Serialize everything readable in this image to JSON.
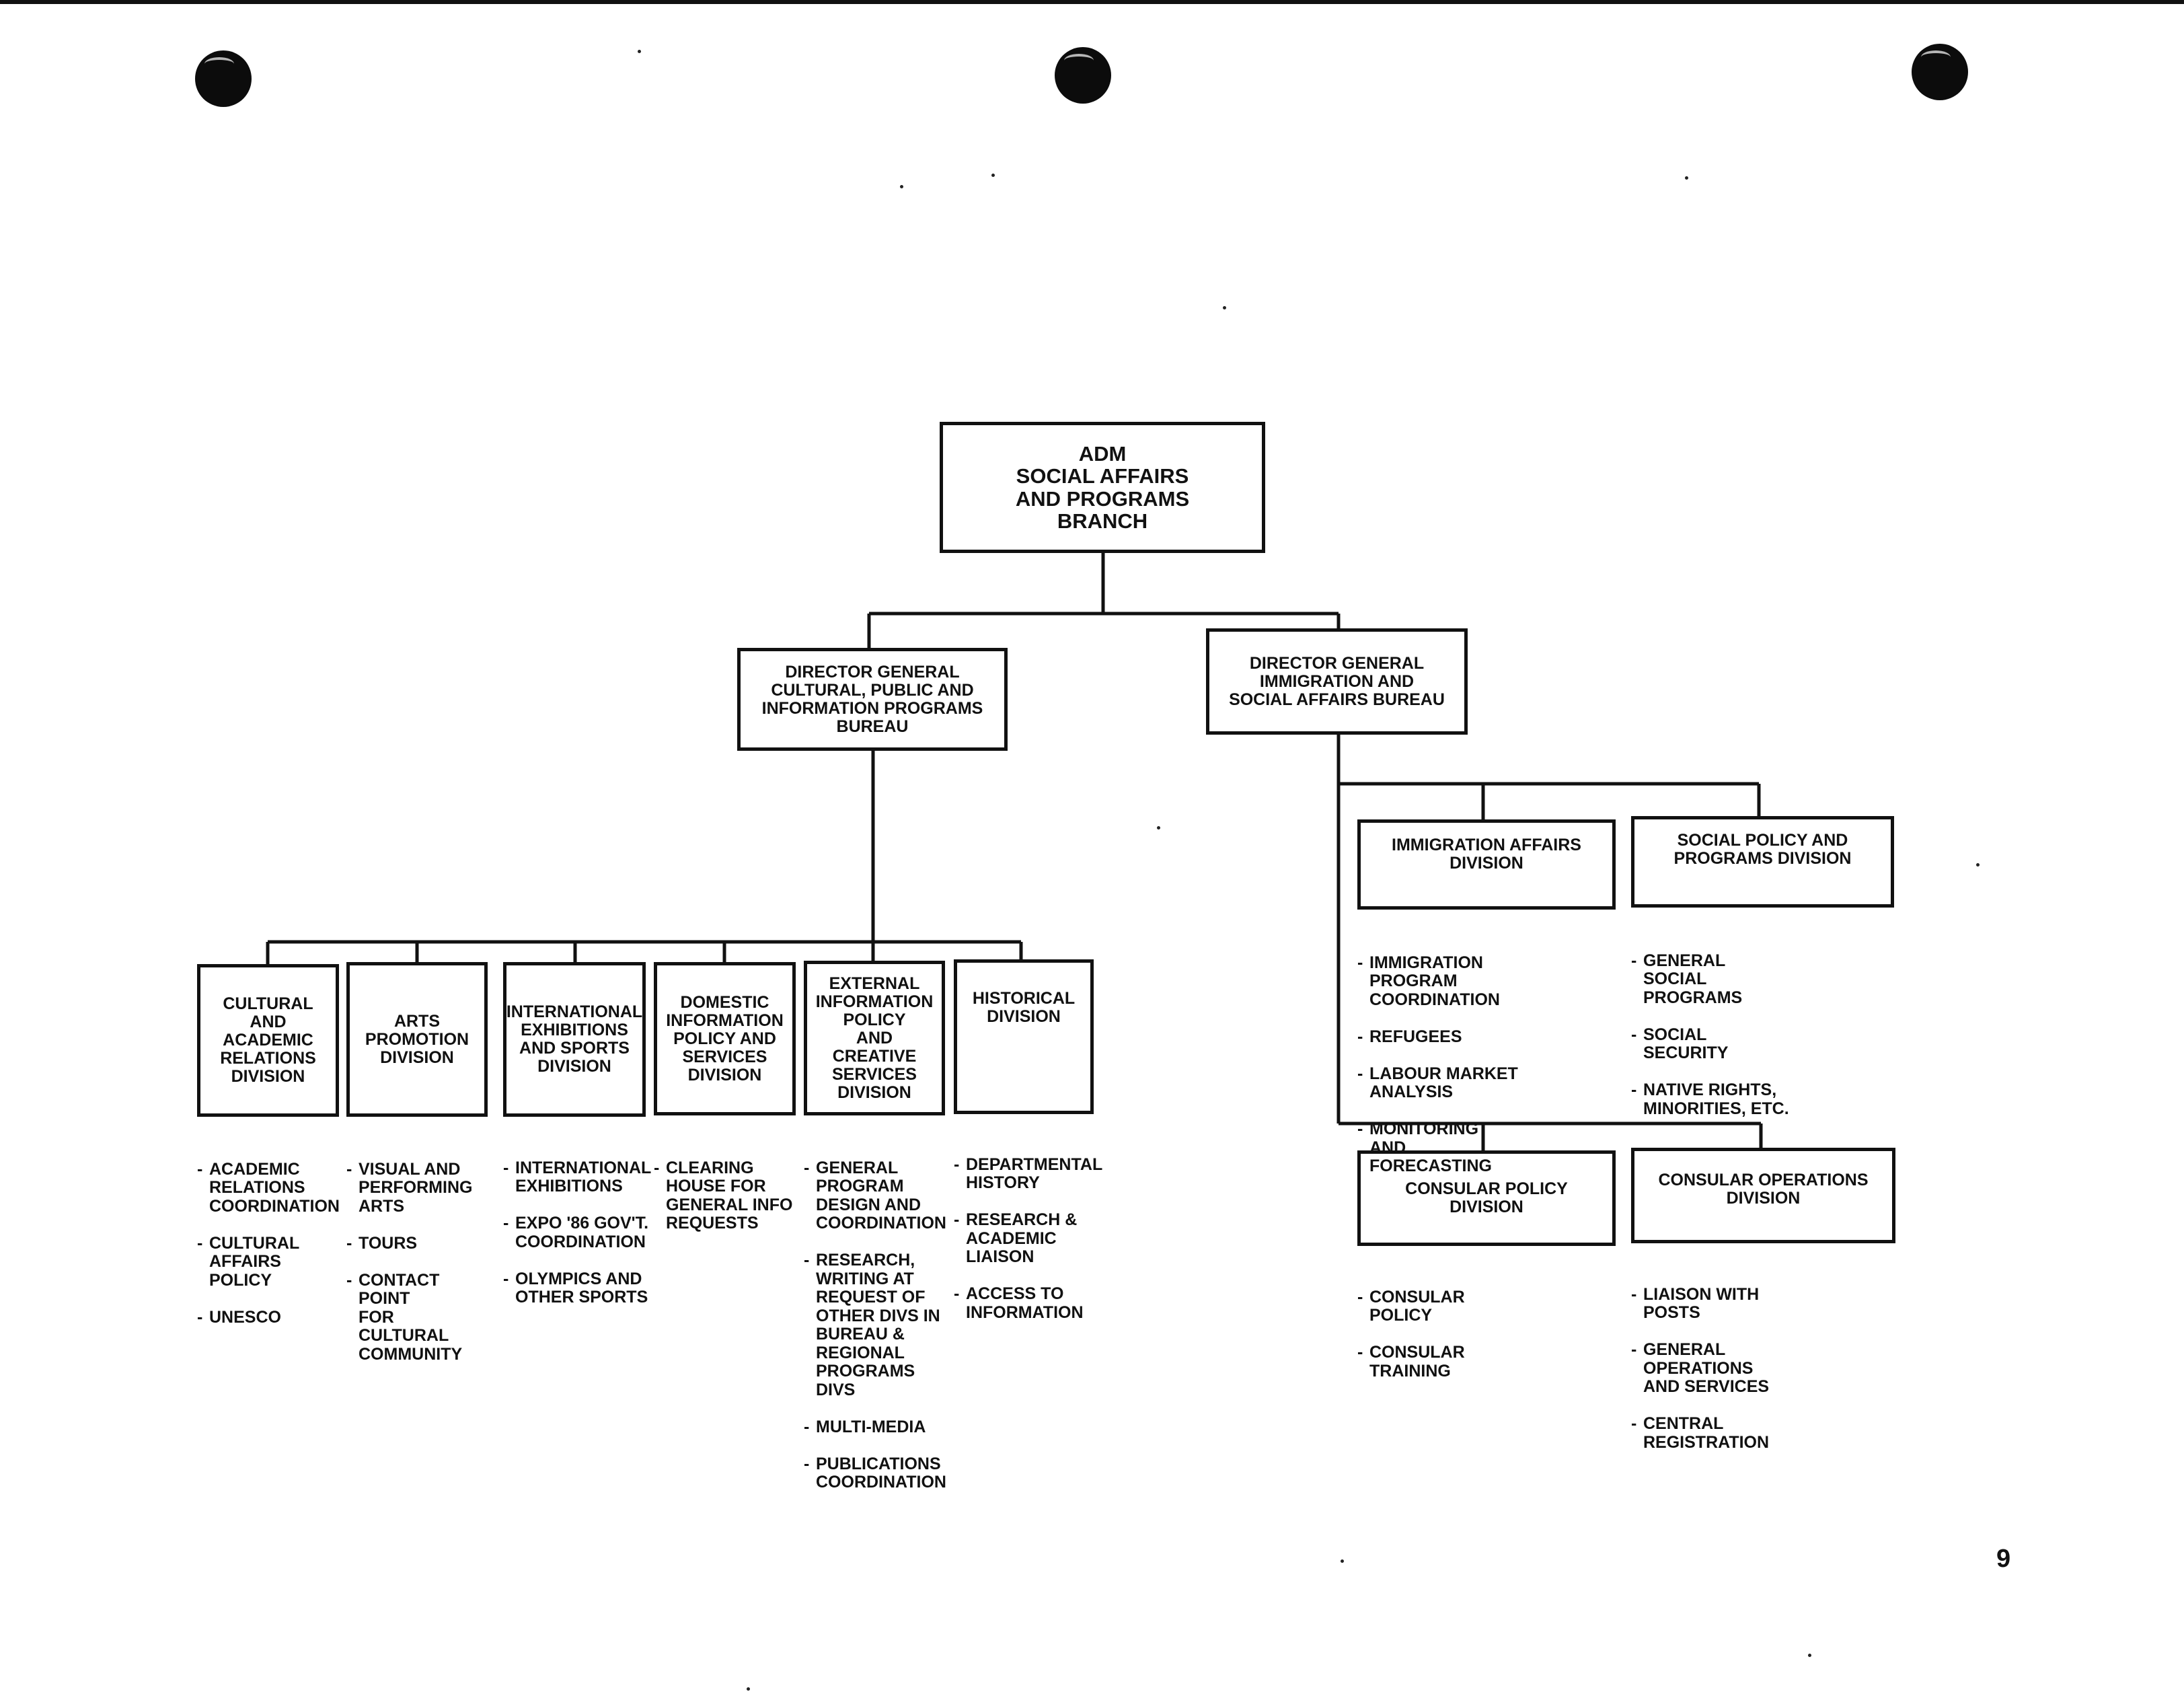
{
  "top": {
    "label": "ADM\nSOCIAL AFFAIRS\nAND PROGRAMS\nBRANCH"
  },
  "dg_cultural": {
    "label": "DIRECTOR GENERAL\nCULTURAL, PUBLIC AND\nINFORMATION PROGRAMS\nBUREAU"
  },
  "dg_immigration": {
    "label": "DIRECTOR GENERAL\nIMMIGRATION AND\nSOCIAL AFFAIRS BUREAU"
  },
  "cultural_divisions": [
    {
      "label": "CULTURAL AND\nACADEMIC\nRELATIONS\nDIVISION",
      "items": [
        "ACADEMIC\nRELATIONS\nCOORDINATION",
        "CULTURAL\nAFFAIRS\nPOLICY",
        "UNESCO"
      ]
    },
    {
      "label": "ARTS\nPROMOTION\nDIVISION",
      "items": [
        "VISUAL AND\nPERFORMING\nARTS",
        "TOURS",
        "CONTACT\nPOINT\nFOR\nCULTURAL\nCOMMUNITY"
      ]
    },
    {
      "label": "INTERNATIONAL\nEXHIBITIONS\nAND SPORTS\nDIVISION",
      "items": [
        "INTERNATIONAL\nEXHIBITIONS",
        "EXPO '86 GOV'T.\nCOORDINATION",
        "OLYMPICS AND\nOTHER SPORTS"
      ]
    },
    {
      "label": "DOMESTIC\nINFORMATION\nPOLICY AND\nSERVICES\nDIVISION",
      "items": [
        "CLEARING\nHOUSE FOR\nGENERAL INFO\nREQUESTS"
      ]
    },
    {
      "label": "EXTERNAL\nINFORMATION\nPOLICY\nAND\nCREATIVE\nSERVICES\nDIVISION",
      "items": [
        "GENERAL\nPROGRAM\nDESIGN AND\nCOORDINATION",
        "RESEARCH,\nWRITING AT\nREQUEST OF\nOTHER DIVS IN\nBUREAU &\nREGIONAL\nPROGRAMS DIVS",
        "MULTI-MEDIA",
        "PUBLICATIONS\nCOORDINATION"
      ]
    },
    {
      "label": "HISTORICAL\nDIVISION",
      "items": [
        "DEPARTMENTAL\nHISTORY",
        "RESEARCH &\nACADEMIC\nLIAISON",
        "ACCESS TO\nINFORMATION"
      ]
    }
  ],
  "immigration_divisions": [
    {
      "label": "IMMIGRATION AFFAIRS\nDIVISION",
      "items": [
        "IMMIGRATION\nPROGRAM\nCOORDINATION",
        "REFUGEES",
        "LABOUR MARKET\nANALYSIS",
        "MONITORING\nAND\nFORECASTING"
      ]
    },
    {
      "label": "SOCIAL POLICY AND\nPROGRAMS DIVISION",
      "items": [
        "GENERAL\nSOCIAL\nPROGRAMS",
        "SOCIAL\nSECURITY",
        "NATIVE RIGHTS,\nMINORITIES, ETC."
      ]
    },
    {
      "label": "CONSULAR POLICY\nDIVISION",
      "items": [
        "CONSULAR\nPOLICY",
        "CONSULAR\nTRAINING"
      ]
    },
    {
      "label": "CONSULAR OPERATIONS\nDIVISION",
      "items": [
        "LIAISON WITH\nPOSTS",
        "GENERAL\nOPERATIONS\nAND SERVICES",
        "CENTRAL\nREGISTRATION"
      ]
    }
  ],
  "page_number": "9"
}
